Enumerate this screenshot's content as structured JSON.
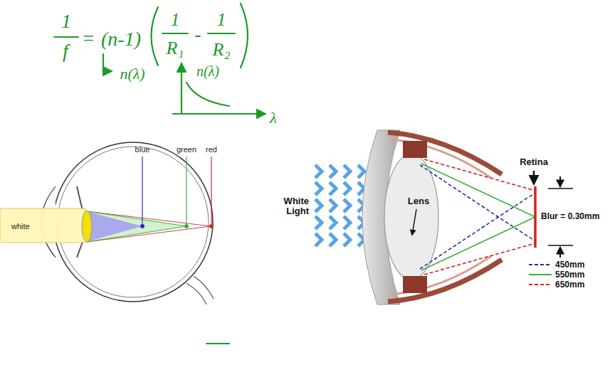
{
  "diagram": {
    "labels": [
      "1",
      "f",
      "=",
      "(n-1)",
      "1",
      "R₁",
      "-",
      "1",
      "R₂",
      "n(λ)",
      "n(λ)",
      "λ",
      "blue",
      "green",
      "red",
      "white",
      "Lens",
      "Retina",
      "White Light",
      "Blur = 0.30mm"
    ],
    "legend": [
      {
        "text": "450mm"
      },
      {
        "text": "550mm"
      },
      {
        "text": "650mm"
      }
    ]
  }
}
